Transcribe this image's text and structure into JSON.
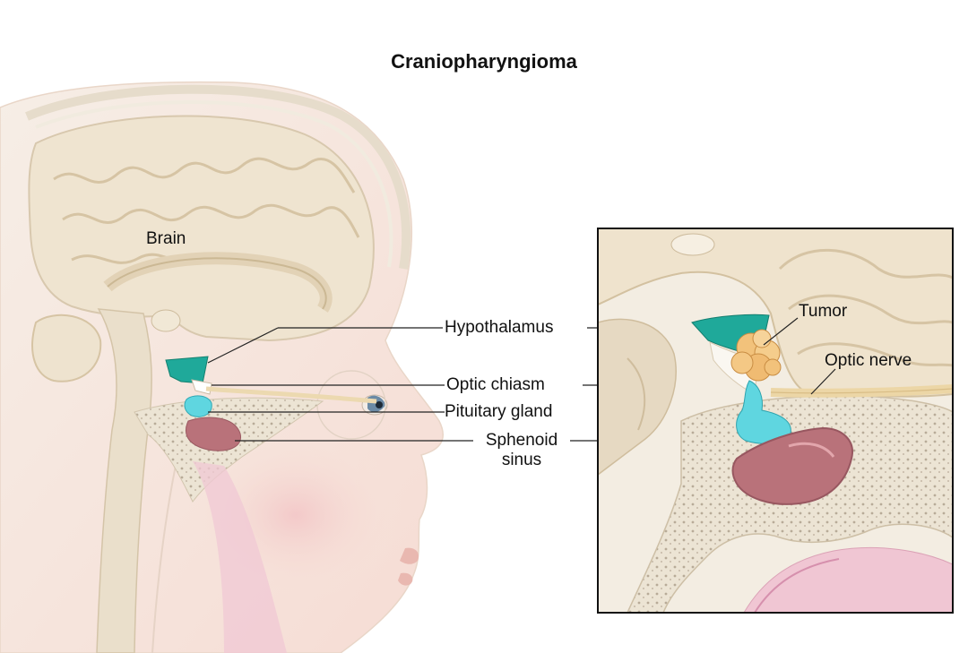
{
  "title": "Craniopharyngioma",
  "labels": {
    "brain": "Brain",
    "hypothalamus": "Hypothalamus",
    "optic_chiasm": "Optic chiasm",
    "pituitary_gland": "Pituitary gland",
    "sphenoid_sinus_line1": "Sphenoid",
    "sphenoid_sinus_line2": "sinus",
    "tumor": "Tumor",
    "optic_nerve": "Optic nerve"
  },
  "colors": {
    "skin": "#f7e6dc",
    "brain": "#efe4d0",
    "hypothalamus": "#1fa99a",
    "pituitary": "#5fd6e0",
    "sinus": "#b9727a",
    "bone": "#e8dfcf",
    "tumor": "#f2c27b"
  }
}
